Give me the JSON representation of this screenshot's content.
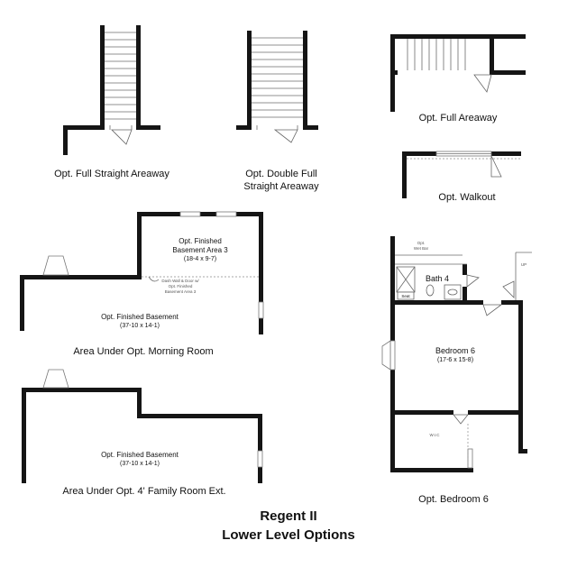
{
  "title": {
    "line1": "Regent II",
    "line2": "Lower Level Options"
  },
  "options": {
    "full_straight_areaway": "Opt. Full Straight Areaway",
    "double_full_straight_areaway_line1": "Opt. Double Full",
    "double_full_straight_areaway_line2": "Straight Areaway",
    "full_areaway": "Opt. Full Areaway",
    "walkout": "Opt. Walkout",
    "morning_room": {
      "caption": "Area Under Opt. Morning Room",
      "area3_line1": "Opt. Finished",
      "area3_line2": "Basement Area 3",
      "area3_dims": "(18-4 x 9-7)",
      "area3_note_line1": "Dash Wall & Door w/",
      "area3_note_line2": "Opt. Finished",
      "area3_note_line3": "Basement Area 3",
      "basement_label": "Opt. Finished Basement",
      "basement_dims": "(37-10 x 14-1)"
    },
    "family_room_ext": {
      "caption": "Area Under Opt. 4' Family Room Ext.",
      "basement_label": "Opt. Finished Basement",
      "basement_dims": "(37-10 x 14-1)"
    },
    "bedroom6": {
      "caption": "Opt. Bedroom 6",
      "bath": "Bath 4",
      "seat": "Seat",
      "wet_bar_line1": "Opt.",
      "wet_bar_line2": "Wet Bar",
      "up": "UP",
      "room": "Bedroom 6",
      "dims": "(17-6 x 15-8)",
      "closet": "W.I.C"
    }
  }
}
